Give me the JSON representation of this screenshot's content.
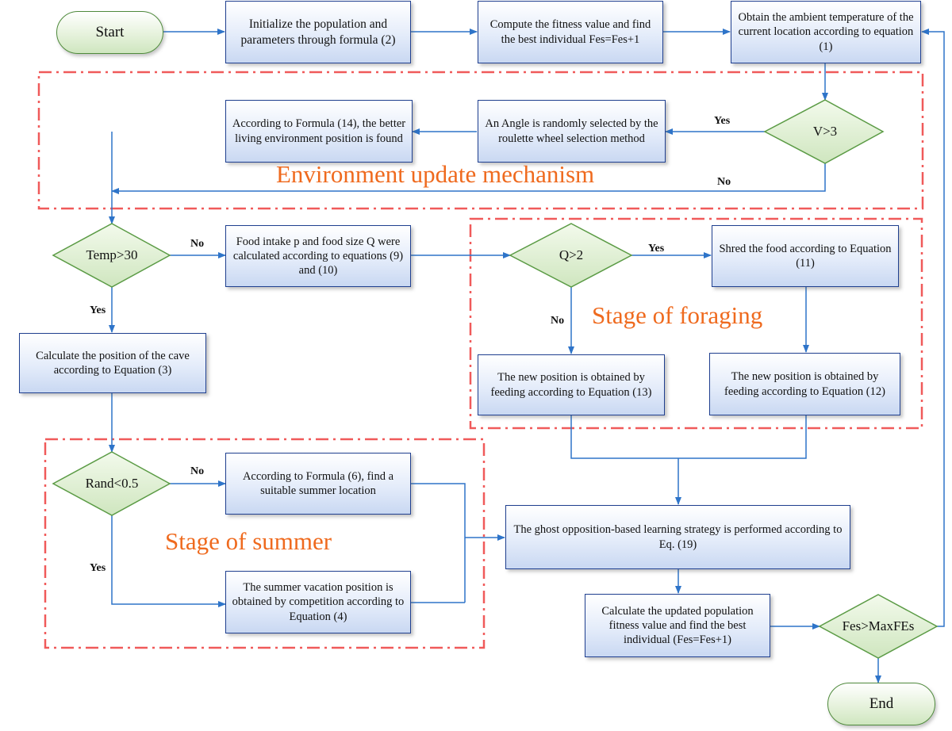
{
  "terminals": {
    "start": "Start",
    "end": "End"
  },
  "process": {
    "initialize": "Initialize the population and parameters through formula (2)",
    "compute_fitness": "Compute the fitness value and find the best individual Fes=Fes+1",
    "ambient_temp": "Obtain the ambient temperature of the current location according to equation (1)",
    "roulette_angle": "An Angle is randomly selected by the roulette wheel selection method",
    "better_env": "According to Formula (14), the better living environment position is found",
    "food_intake": "Food intake p and food size Q were calculated according to equations (9) and (10)",
    "shred_food": "Shred the food according to Equation (11)",
    "cave_position": "Calculate the position of the cave according to Equation (3)",
    "feed_13": "The new position is obtained by feeding according to Equation (13)",
    "feed_12": "The new position is obtained by feeding according to Equation (12)",
    "summer_location": "According to Formula (6), find a suitable summer location",
    "ghost_opposition": "The ghost opposition-based learning strategy is performed according to Eq. (19)",
    "summer_vacation": "The summer vacation position is obtained by competition according to Equation (4)",
    "update_fitness": "Calculate the updated population fitness value and find the best individual (Fes=Fes+1)"
  },
  "decisions": {
    "v": "V>3",
    "temp": "Temp>30",
    "q": "Q>2",
    "rand": "Rand<0.5",
    "fes": "Fes>MaxFEs"
  },
  "edge_labels": {
    "v_yes": "Yes",
    "v_no": "No",
    "temp_no": "No",
    "temp_yes": "Yes",
    "q_yes": "Yes",
    "q_no": "No",
    "rand_no": "No",
    "rand_yes": "Yes"
  },
  "stages": {
    "environment": "Environment update mechanism",
    "foraging": "Stage of foraging",
    "summer": "Stage of summer"
  },
  "colors": {
    "box_border": "#1f3f8f",
    "arrow": "#2e74c9",
    "decision_fill": "#d7ecc7",
    "decision_border": "#5b9b45",
    "stage_border": "#f05a5a",
    "stage_text": "#ef6a1e"
  }
}
